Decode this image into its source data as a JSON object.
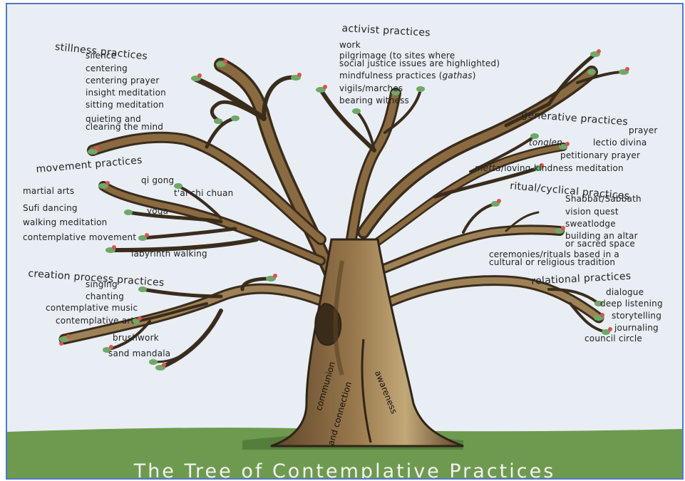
{
  "title": "The Tree of Contemplative Practices",
  "trunk": {
    "left": [
      "communion",
      "and connection"
    ],
    "right": "awareness"
  },
  "categories": {
    "stillness": {
      "heading": "stillness practices",
      "items": [
        "silence",
        "centering",
        "centering prayer",
        "insight meditation",
        "sitting meditation",
        "quieting and",
        "clearing the mind"
      ]
    },
    "activist": {
      "heading": "activist practices",
      "items": [
        "work",
        "pilgrimage (to sites where",
        "social justice issues are highlighted)",
        "mindfulness practices (",
        "gathas",
        ")",
        "vigils/marches",
        "bearing witness"
      ]
    },
    "generative": {
      "heading": "generative practices",
      "items": [
        "prayer",
        "tonglen",
        "lectio divina",
        "petitionary prayer",
        "metta",
        "/loving-kindness meditation"
      ]
    },
    "movement": {
      "heading": "movement practices",
      "items": [
        "qi gong",
        "martial arts",
        "t'ai chi chuan",
        "Sufi dancing",
        "yoga",
        "walking meditation",
        "contemplative movement",
        "labyrinth walking"
      ]
    },
    "ritual": {
      "heading": "ritual/cyclical practices",
      "items": [
        "Shabbat/Sabbath",
        "vision quest",
        "sweatlodge",
        "building an altar",
        "or sacred space",
        "ceremonies/rituals based in a",
        "cultural or religious tradition"
      ]
    },
    "creation": {
      "heading": "creation process practices",
      "items": [
        "singing",
        "chanting",
        "contemplative music",
        "contemplative art",
        "brushwork",
        "sand mandala"
      ]
    },
    "relational": {
      "heading": "relational practices",
      "items": [
        "dialogue",
        "deep listening",
        "storytelling",
        "journaling",
        "council circle"
      ]
    }
  },
  "colors": {
    "sky": "#e8eef4",
    "grass": "#6e9a4f",
    "bark": "#7a5a36",
    "bark_dark": "#2e2418",
    "leaf": "#6fa867",
    "blossom": "#d9534f",
    "border": "#4e79c4"
  }
}
